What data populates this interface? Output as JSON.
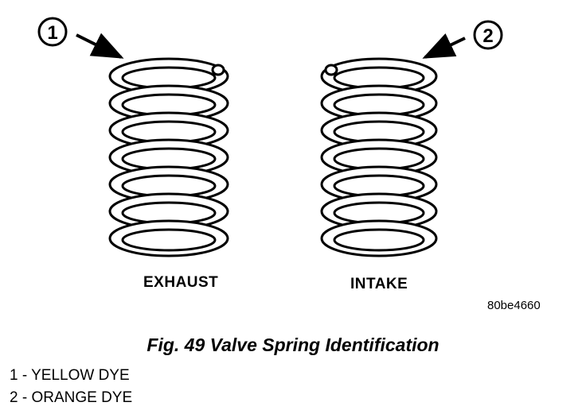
{
  "callouts": [
    {
      "number": "1"
    },
    {
      "number": "2"
    }
  ],
  "springs": [
    {
      "label": "EXHAUST"
    },
    {
      "label": "INTAKE"
    }
  ],
  "figure_code": "80be4660",
  "caption": "Fig. 49 Valve Spring Identification",
  "legend": [
    "1 - YELLOW DYE",
    "2 - ORANGE DYE"
  ]
}
